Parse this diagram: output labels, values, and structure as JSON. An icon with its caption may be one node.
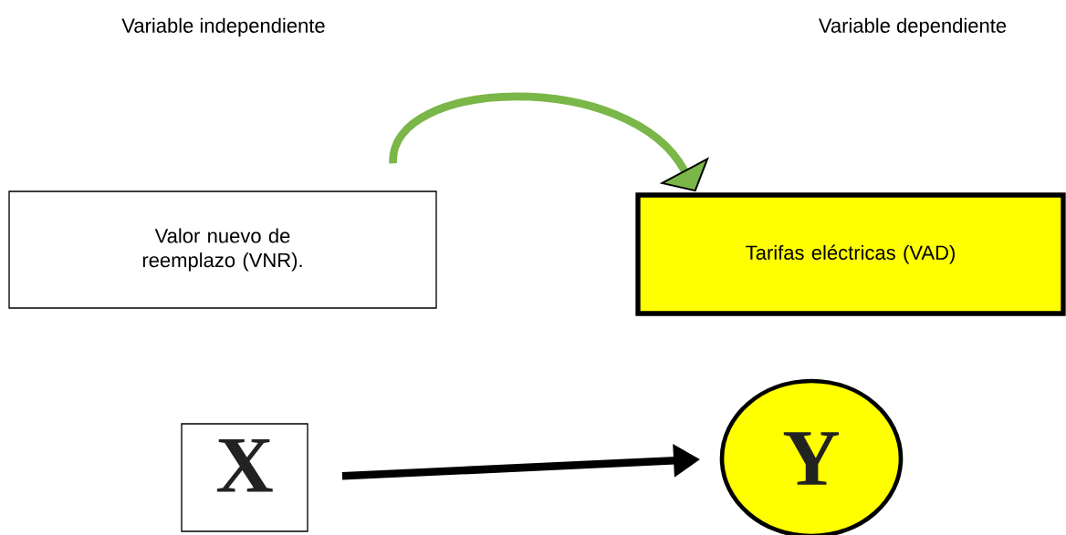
{
  "diagram": {
    "nodes": [
      {
        "text": [
          "Valor nuevo de reemplazo (VNR)."
        ]
      },
      {
        "text": [
          "Tarifas eléctricas (VAD)"
        ]
      },
      {
        "text": [
          "X"
        ]
      },
      {
        "text": [
          "Y"
        ]
      }
    ],
    "edges": [
      {
        "from": 0,
        "to": 1,
        "arrow": "to",
        "color": "#7ab648"
      },
      {
        "from": 2,
        "to": 3,
        "arrow": "to",
        "color": "#000000"
      }
    ],
    "labels": [
      "Variable independiente",
      "Variable dependiente"
    ]
  }
}
